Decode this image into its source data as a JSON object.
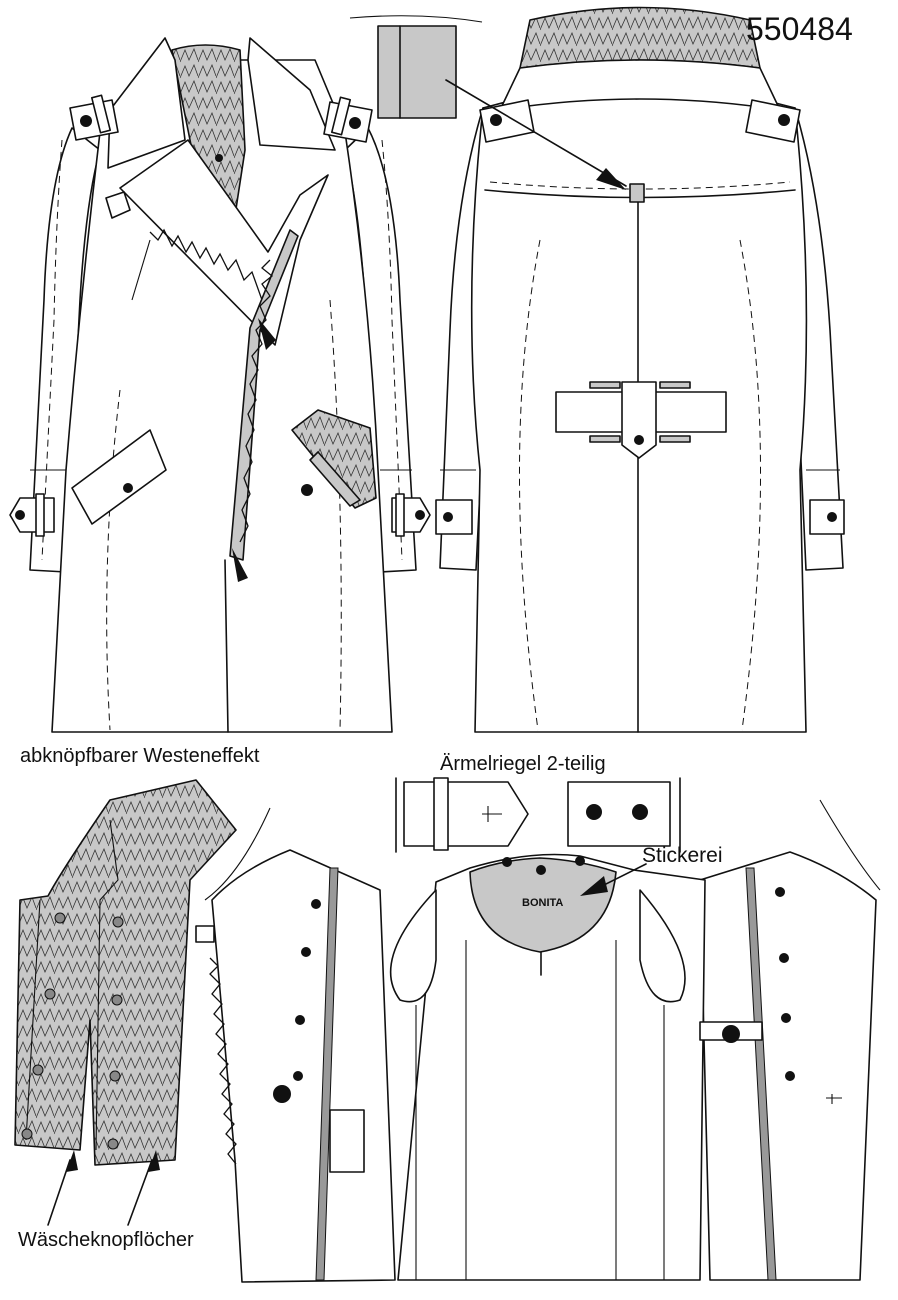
{
  "article_number": "550484",
  "labels": {
    "vest_effect": "abknöpfbarer  Westeneffekt",
    "sleeve_tab": "Ärmelriegel  2-teilig",
    "embroidery": "Stickerei",
    "embroidery_text": "BONITA",
    "laundry_buttonholes": "Wäscheknopflöcher"
  },
  "colors": {
    "outline": "#111111",
    "quilted_grey": "#c8c8c8",
    "background": "#ffffff"
  }
}
